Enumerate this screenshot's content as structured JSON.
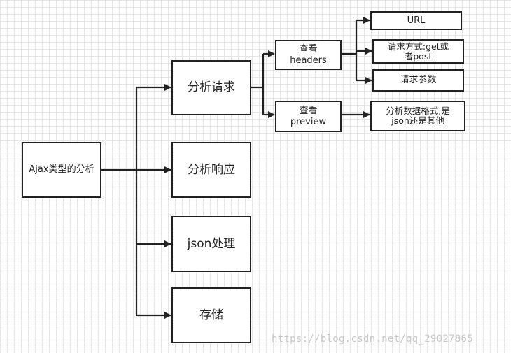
{
  "nodes": {
    "root": "Ajax类型的分析",
    "analyze_request": "分析请求",
    "analyze_response": "分析响应",
    "json_processing": "json处理",
    "storage": "存储",
    "view_headers": "查看\nheaders",
    "view_preview": "查看\npreview",
    "url": "URL",
    "request_method": "请求方式:get或\n者post",
    "request_params": "请求参数",
    "data_format": "分析数据格式,是\njson还是其他"
  },
  "watermark": "https://blog.csdn.net/qq_29027865",
  "colors": {
    "line": "#222222",
    "grid": "#e6e6e6",
    "watermark": "#c8c8c8"
  }
}
